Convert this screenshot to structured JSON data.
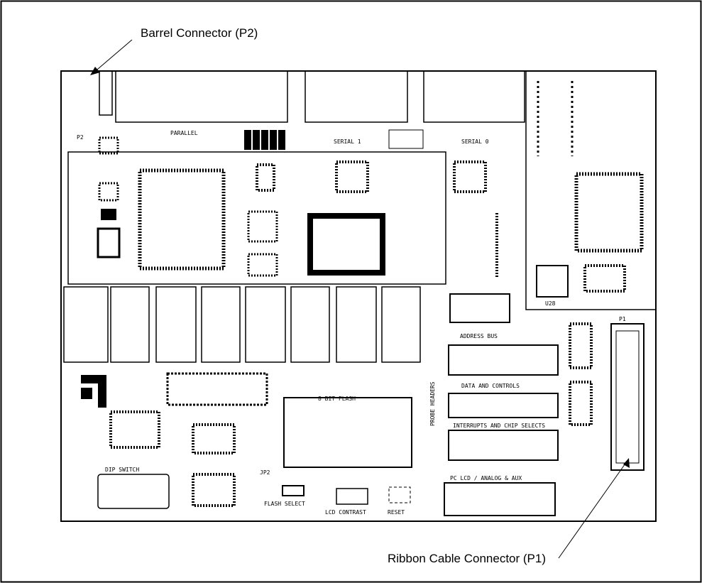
{
  "callouts": {
    "barrel": "Barrel Connector (P2)",
    "ribbon": "Ribbon Cable Connector (P1)"
  },
  "board_labels": {
    "parallel": "PARALLEL",
    "serial_1": "SERIAL 1",
    "serial_0": "SERIAL 0",
    "p2": "P2",
    "address_bus": "ADDRESS BUS",
    "data_and_controls": "DATA AND CONTROLS",
    "interrupts": "INTERRUPTS AND CHIP SELECTS",
    "pc_lcd": "PC LCD / ANALOG & AUX",
    "flash": "8 BIT FLASH",
    "dip_switch": "DIP SWITCH",
    "lcd_contrast": "LCD CONTRAST",
    "reset": "RESET",
    "flash_select": "FLASH SELECT",
    "jp2": "JP2",
    "u28": "U28",
    "p1": "P1",
    "probe_headers": "PROBE HEADERS"
  },
  "colors": {
    "line": "#000000",
    "paper": "#ffffff",
    "board": "#ffffff"
  }
}
